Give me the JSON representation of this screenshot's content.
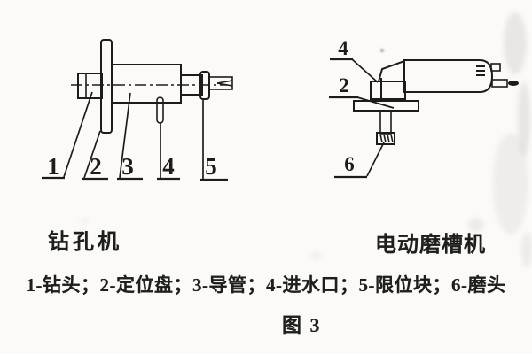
{
  "figure": {
    "paper_color": "#fbfaf7",
    "ink_color": "#1c1c1c",
    "left_machine": {
      "title": "钻孔机",
      "part_labels": [
        "1",
        "2",
        "3",
        "4",
        "5"
      ]
    },
    "right_machine": {
      "title": "电动磨槽机",
      "part_labels": [
        "4",
        "2",
        "6"
      ]
    },
    "caption": "1-钻头；2-定位盘；3-导管；4-进水口；5-限位块；6-磨头",
    "figure_label": "图 3"
  }
}
